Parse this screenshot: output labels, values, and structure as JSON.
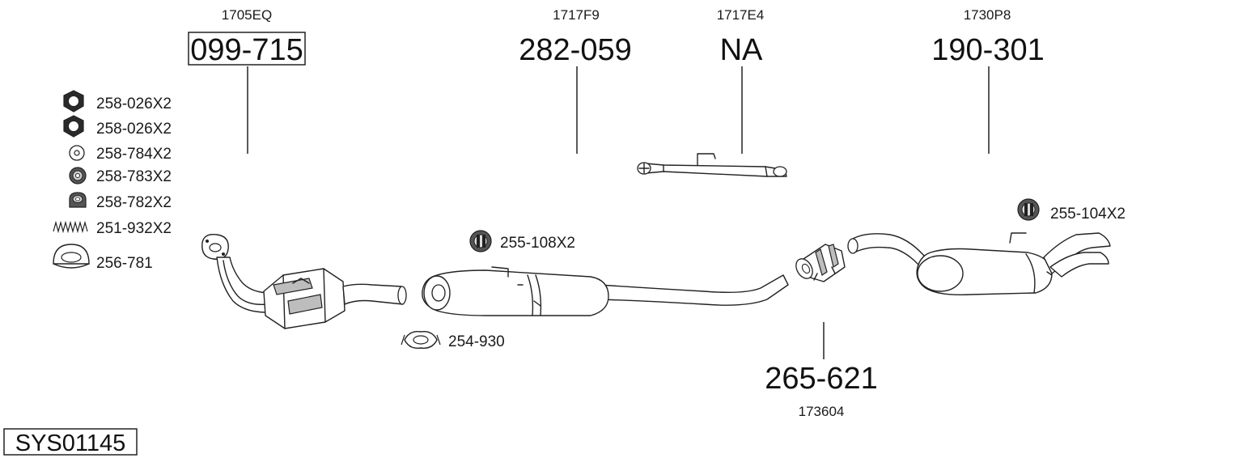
{
  "system": {
    "code": "SYS01145"
  },
  "parts": [
    {
      "ref": "1705EQ",
      "number": "099-715"
    },
    {
      "ref": "1717F9",
      "number": "282-059"
    },
    {
      "ref": "1717E4",
      "number": "NA"
    },
    {
      "ref": "1730P8",
      "number": "190-301"
    },
    {
      "ref": "173604",
      "number": "265-621"
    }
  ],
  "accessories": [
    {
      "icon": "hex-nut-icon",
      "code": "258-026X2"
    },
    {
      "icon": "hex-nut-icon",
      "code": "258-026X2"
    },
    {
      "icon": "washer-icon",
      "code": "258-784X2"
    },
    {
      "icon": "rubber-mount-icon",
      "code": "258-783X2"
    },
    {
      "icon": "rubber-bush-icon",
      "code": "258-782X2"
    },
    {
      "icon": "spring-icon",
      "code": "251-932X2"
    },
    {
      "icon": "gasket-ring-icon",
      "code": "256-781"
    }
  ],
  "hangers": [
    {
      "icon": "rubber-hanger-icon",
      "code": "255-108X2"
    },
    {
      "icon": "pipe-clamp-icon",
      "code": "254-930"
    },
    {
      "icon": "rubber-hanger-icon",
      "code": "255-104X2"
    }
  ]
}
